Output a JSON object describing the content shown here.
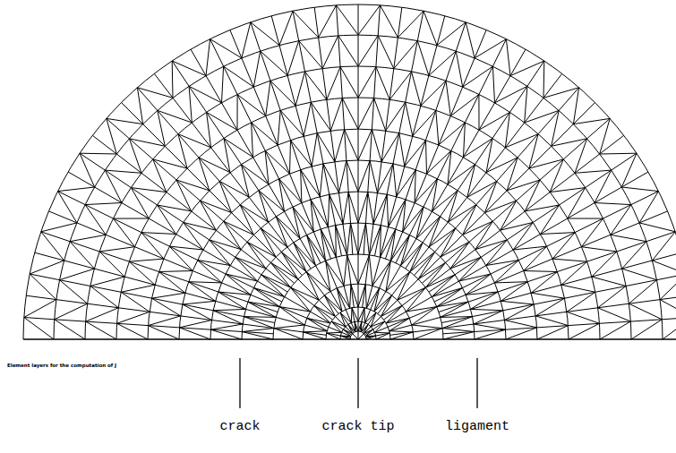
{
  "diagram": {
    "labels": [
      "Element layers for the computation of J",
      "crack",
      "crack tip",
      "ligament"
    ]
  }
}
